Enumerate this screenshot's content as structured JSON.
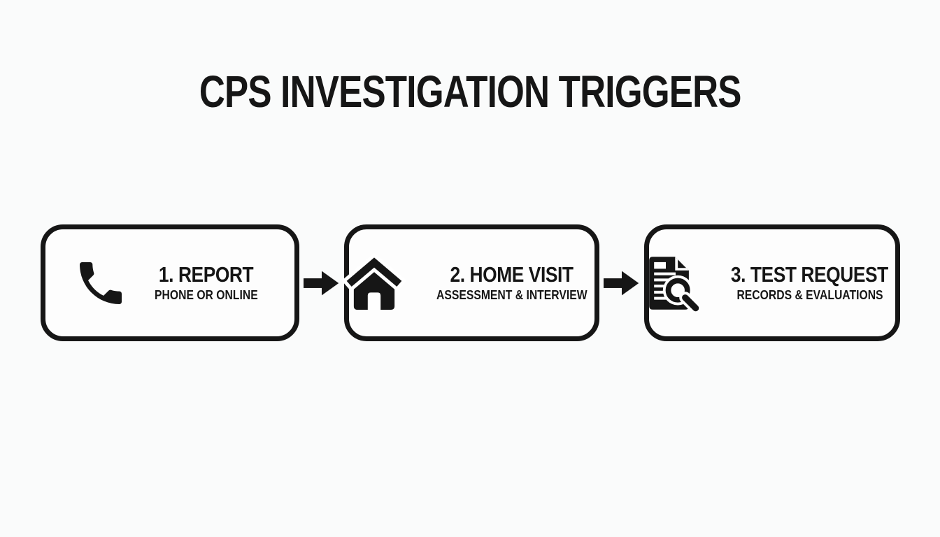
{
  "title": "CPS INVESTIGATION TRIGGERS",
  "colors": {
    "background": "#fafbfb",
    "foreground": "#161616",
    "box_background": "#fdfdfd"
  },
  "steps": [
    {
      "label": "1. REPORT",
      "subtitle": "PHONE OR ONLINE",
      "icon": "phone-icon"
    },
    {
      "label": "2. HOME VISIT",
      "subtitle": "ASSESSMENT & INTERVIEW",
      "icon": "house-icon"
    },
    {
      "label": "3. TEST REQUEST",
      "subtitle": "RECORDS & EVALUATIONS",
      "icon": "document-search-icon"
    }
  ],
  "connectors": [
    {
      "icon": "right-arrow-icon"
    },
    {
      "icon": "right-arrow-icon"
    }
  ]
}
